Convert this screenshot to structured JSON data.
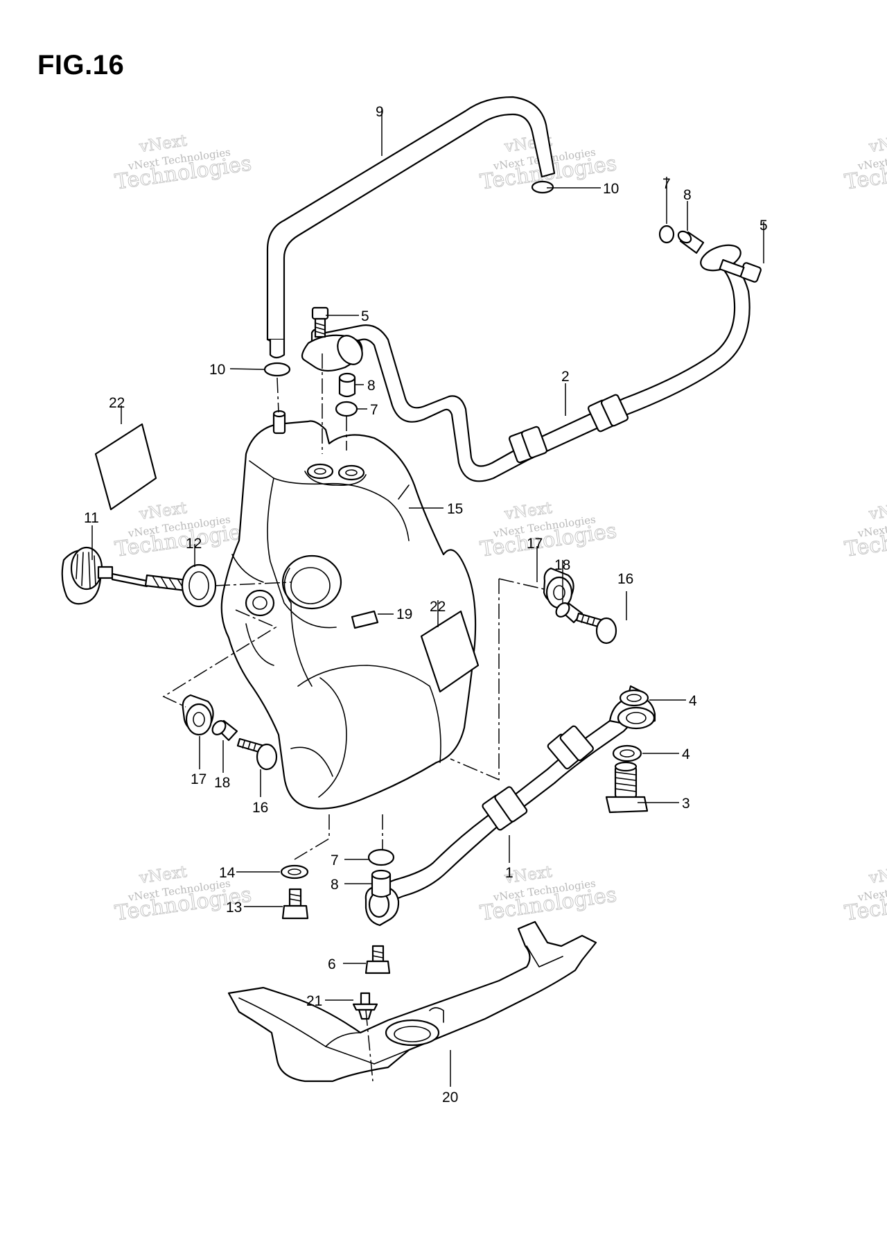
{
  "title": "FIG.16",
  "watermark": {
    "line1": "vNext Technologies",
    "line2": "Technologies",
    "line3": "vNext"
  },
  "callouts": [
    "1",
    "2",
    "3",
    "4",
    "4",
    "5",
    "5",
    "6",
    "7",
    "7",
    "7",
    "8",
    "8",
    "8",
    "9",
    "10",
    "10",
    "11",
    "12",
    "13",
    "14",
    "15",
    "16",
    "16",
    "17",
    "17",
    "18",
    "18",
    "19",
    "20",
    "21",
    "22",
    "22"
  ]
}
